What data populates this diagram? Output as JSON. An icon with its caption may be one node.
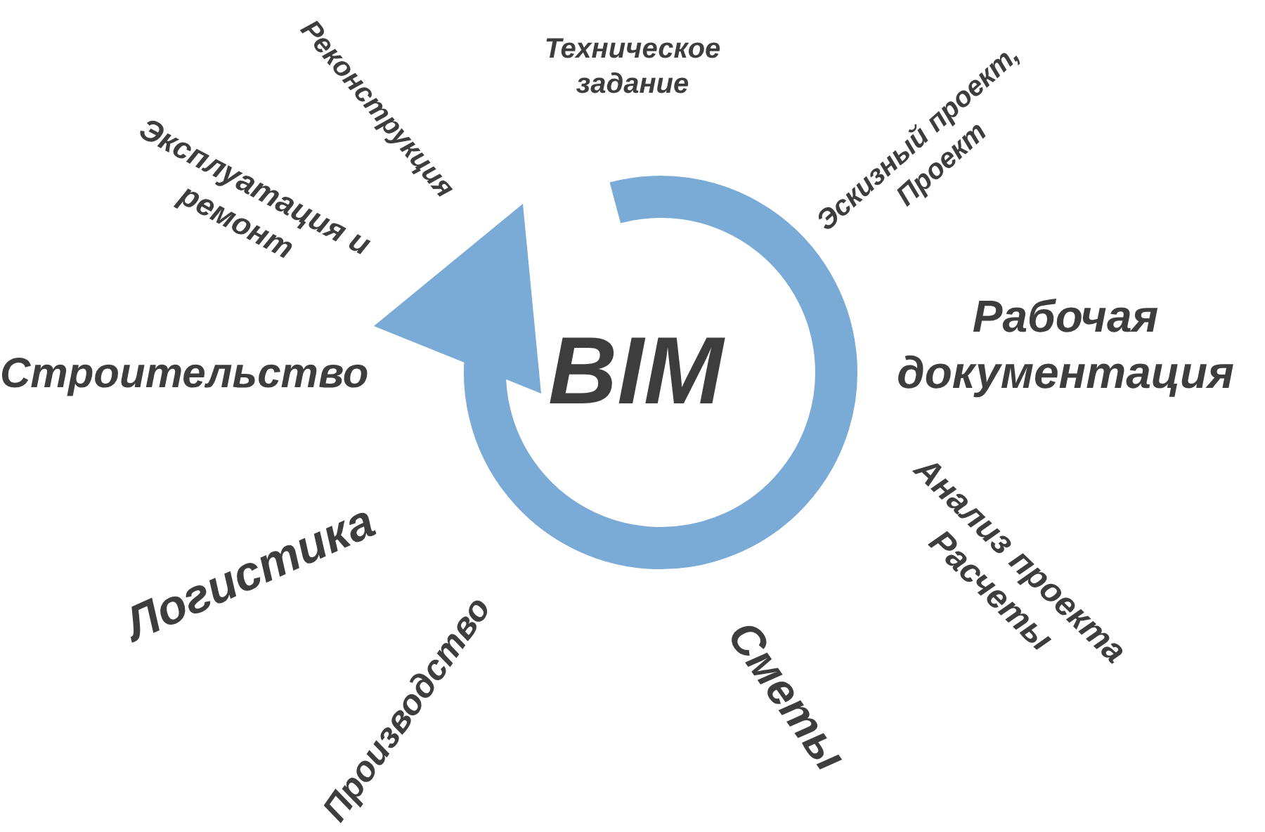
{
  "diagram": {
    "nodes": [
      {
        "text": [
          "BIM"
        ]
      }
    ],
    "edges": [],
    "labels": [
      "Реконструкция",
      "Техническое задание",
      "Эскизный проект, Проект",
      "Эксплуатация и ремонт",
      "Рабочая документация",
      "Строительство",
      "Анализ проекта Расчеты",
      "Логистика",
      "Сметы",
      "Производство"
    ]
  }
}
